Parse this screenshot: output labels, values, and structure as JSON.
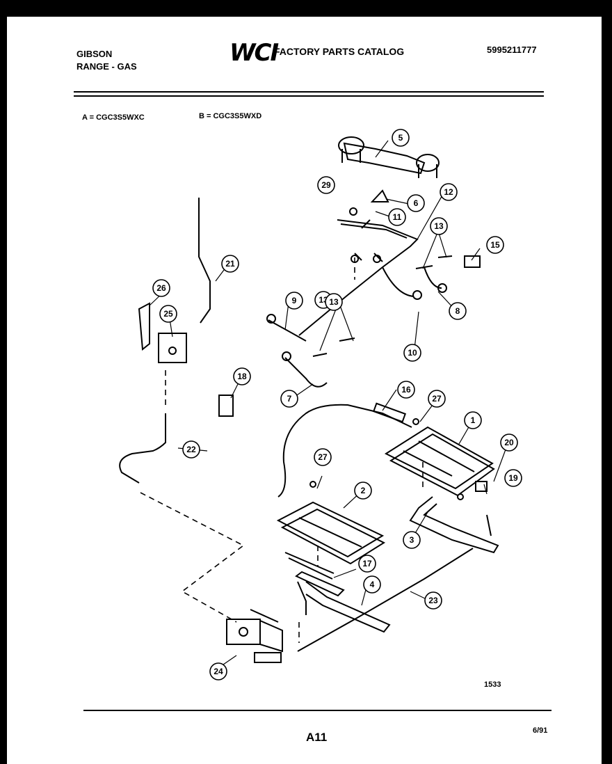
{
  "header": {
    "brand_line1": "GIBSON",
    "brand_line2": "RANGE - GAS",
    "logo": "WCI",
    "catalog_title": "FACTORY PARTS CATALOG",
    "catalog_number": "5995211777"
  },
  "models": {
    "a": "A = CGC3S5WXC",
    "b": "B = CGC3S5WXD"
  },
  "diagram": {
    "diagram_id": "1533",
    "callouts": [
      "1",
      "2",
      "3",
      "4",
      "5",
      "6",
      "7",
      "8",
      "9",
      "10",
      "11",
      "12",
      "13",
      "13",
      "13",
      "15",
      "16",
      "17",
      "18",
      "19",
      "20",
      "21",
      "22",
      "23",
      "24",
      "25",
      "26",
      "27",
      "27",
      "29"
    ]
  },
  "footer": {
    "page_number": "A11",
    "revision_date": "6/91"
  }
}
